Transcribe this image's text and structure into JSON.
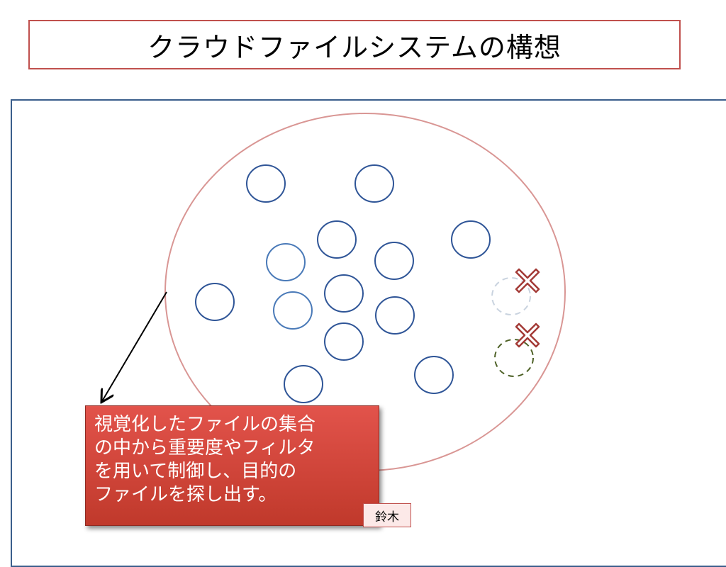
{
  "title": "クラウドファイルシステムの構想",
  "callout": {
    "lines": [
      "視覚化したファイルの集合",
      "の中から重要度やフィルタ",
      "を用いて制御し、目的の",
      "ファイルを探し出す。"
    ]
  },
  "author_tag": "鈴木",
  "colors": {
    "title_border": "#c0504d",
    "frame_border": "#3b5e8c",
    "cloud_outline": "#d99694",
    "file_circle": "#2f5597",
    "file_circle_light": "#4a7ab8",
    "removed_marker": "#a33a36",
    "callout_fill": "#d9433b"
  },
  "icons": [
    "file-circle",
    "removed-x-icon",
    "arrow"
  ]
}
